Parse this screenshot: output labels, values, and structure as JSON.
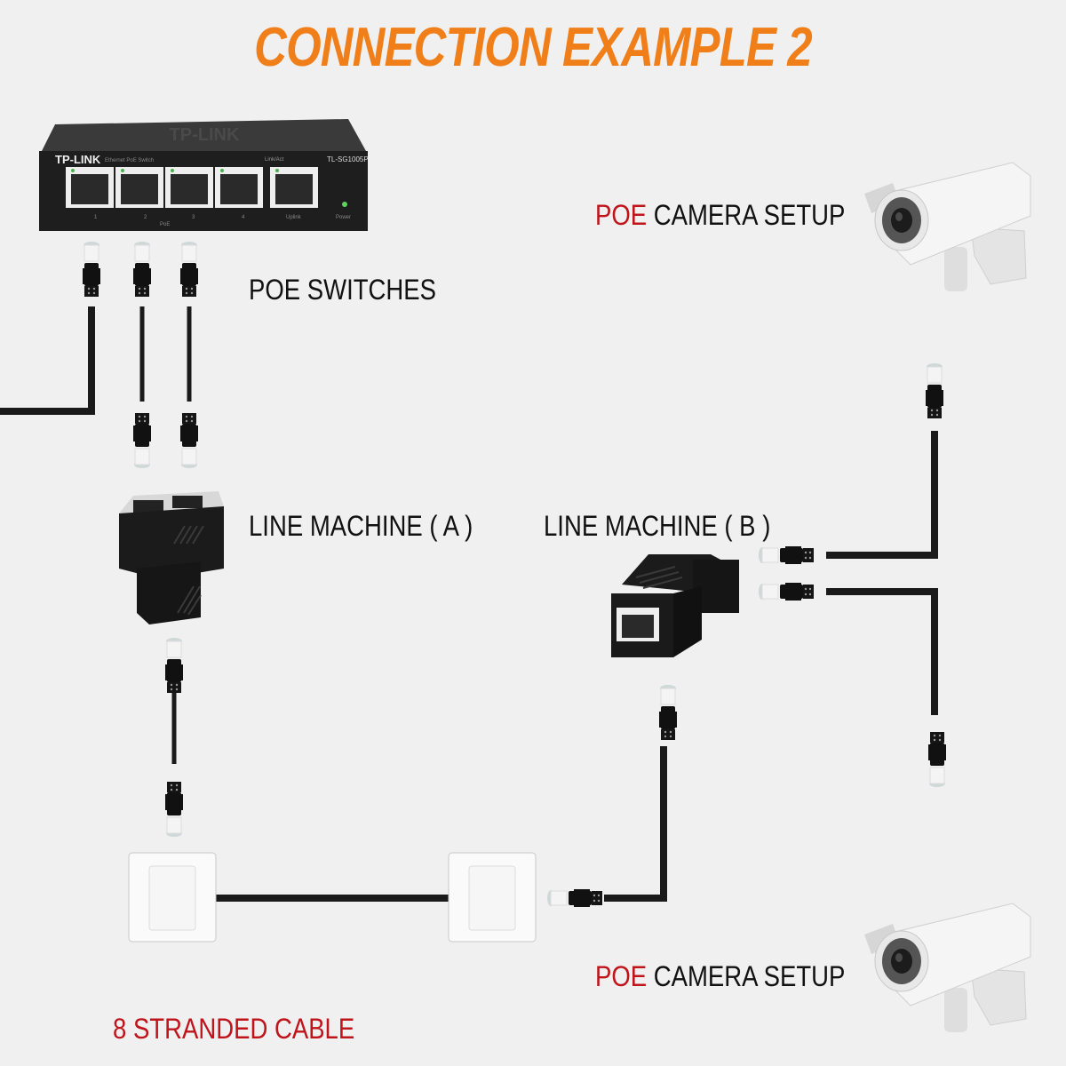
{
  "title": "CONNECTION EXAMPLE 2",
  "colors": {
    "title": "#f07f1a",
    "accent_red": "#c0141b",
    "cable": "#1a1a1a",
    "background": "#f0f0f0"
  },
  "switch": {
    "brand": "TP-LINK",
    "subtitle": "Ethernet PoE Switch",
    "model": "TL-SG1005P",
    "link_label": "Link/Act",
    "ports": [
      "1",
      "2",
      "3",
      "4"
    ],
    "poe_label": "PoE",
    "uplink_label": "Uplink",
    "power_label": "Power",
    "embossed_logo": "TP-LINK"
  },
  "labels": {
    "poe_switches": "POE SWITCHES",
    "line_machine_a": "LINE MACHINE ( A )",
    "line_machine_b": "LINE MACHINE ( B )",
    "camera_top": {
      "highlight": "POE",
      "rest": " CAMERA SETUP"
    },
    "camera_bottom": {
      "highlight": "POE",
      "rest": " CAMERA SETUP"
    },
    "stranded_cable": "8 STRANDED CABLE"
  },
  "icons": {
    "switch": "network-switch-icon",
    "splitter_a": "rj45-splitter-icon",
    "splitter_b": "rj45-splitter-icon",
    "wall_plate": "wall-socket-icon",
    "camera": "security-camera-icon",
    "connector": "rj45-plug-icon"
  }
}
